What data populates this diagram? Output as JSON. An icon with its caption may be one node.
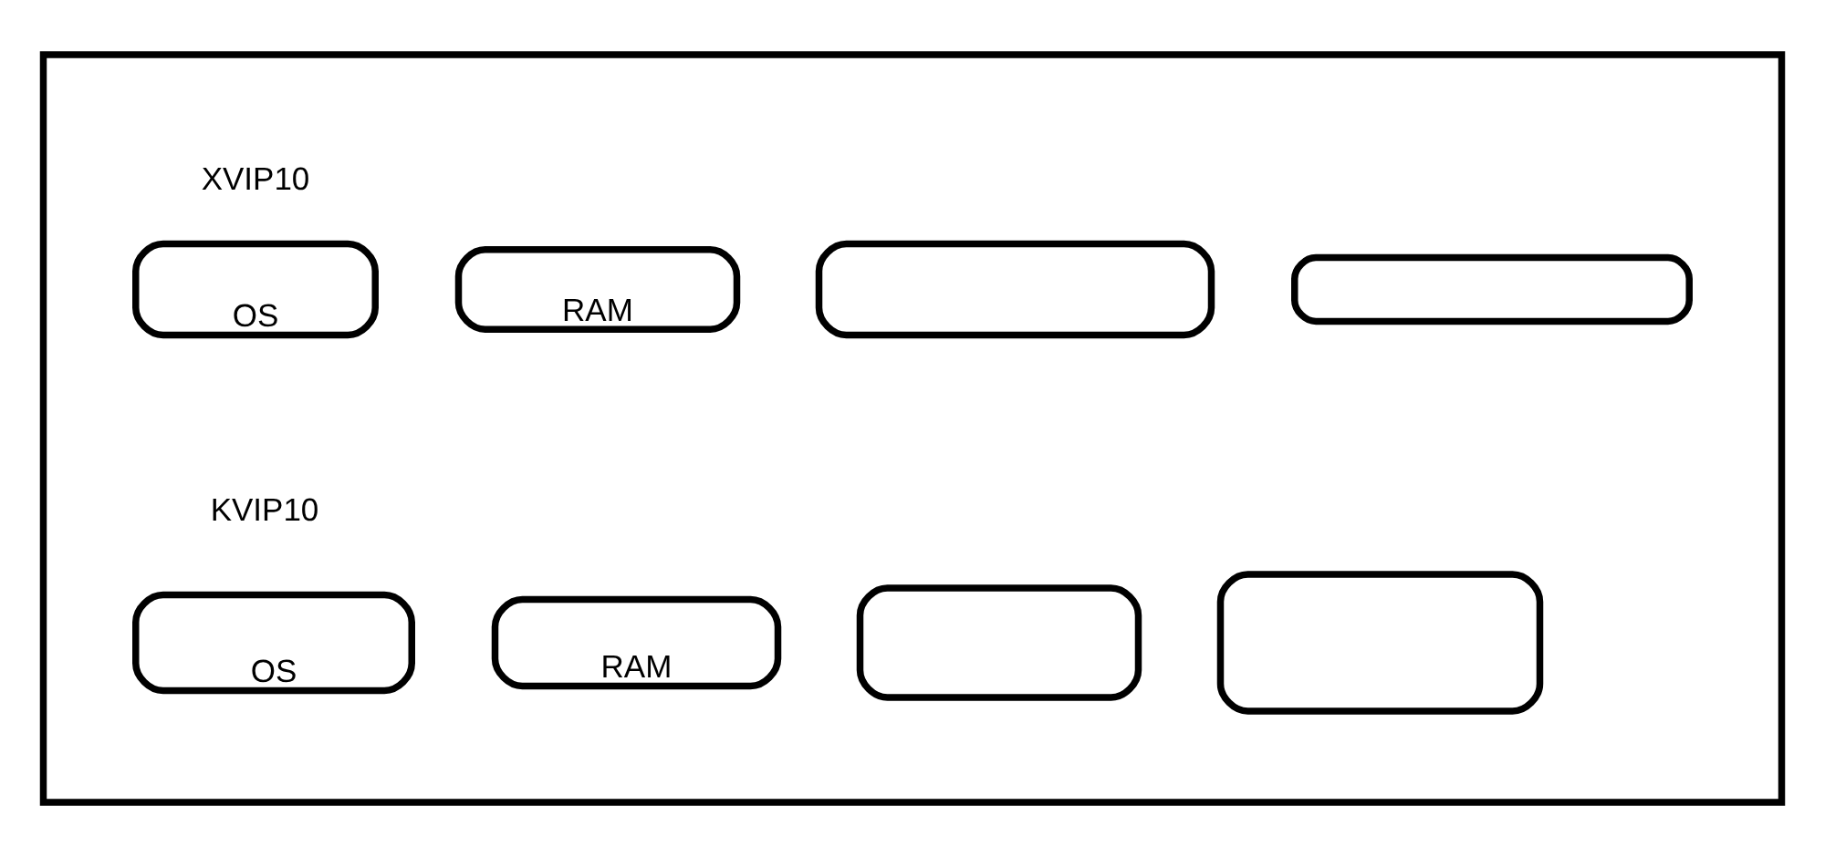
{
  "diagram": {
    "nodes": [
      {
        "text": [],
        "shape": "box"
      },
      {
        "text": [
          "OS"
        ],
        "in": 0
      },
      {
        "text": [
          "RAM"
        ],
        "in": 0
      },
      {
        "text": [],
        "shape": "box",
        "in": 0
      },
      {
        "text": [],
        "shape": "box",
        "in": 0
      },
      {
        "text": [
          "OS"
        ],
        "in": 0
      },
      {
        "text": [
          "RAM"
        ],
        "in": 0
      },
      {
        "text": [],
        "shape": "box",
        "in": 0
      },
      {
        "text": [],
        "shape": "box",
        "in": 0
      }
    ],
    "edges": [],
    "labels": [
      "XVIP10",
      "KVIP10"
    ]
  }
}
